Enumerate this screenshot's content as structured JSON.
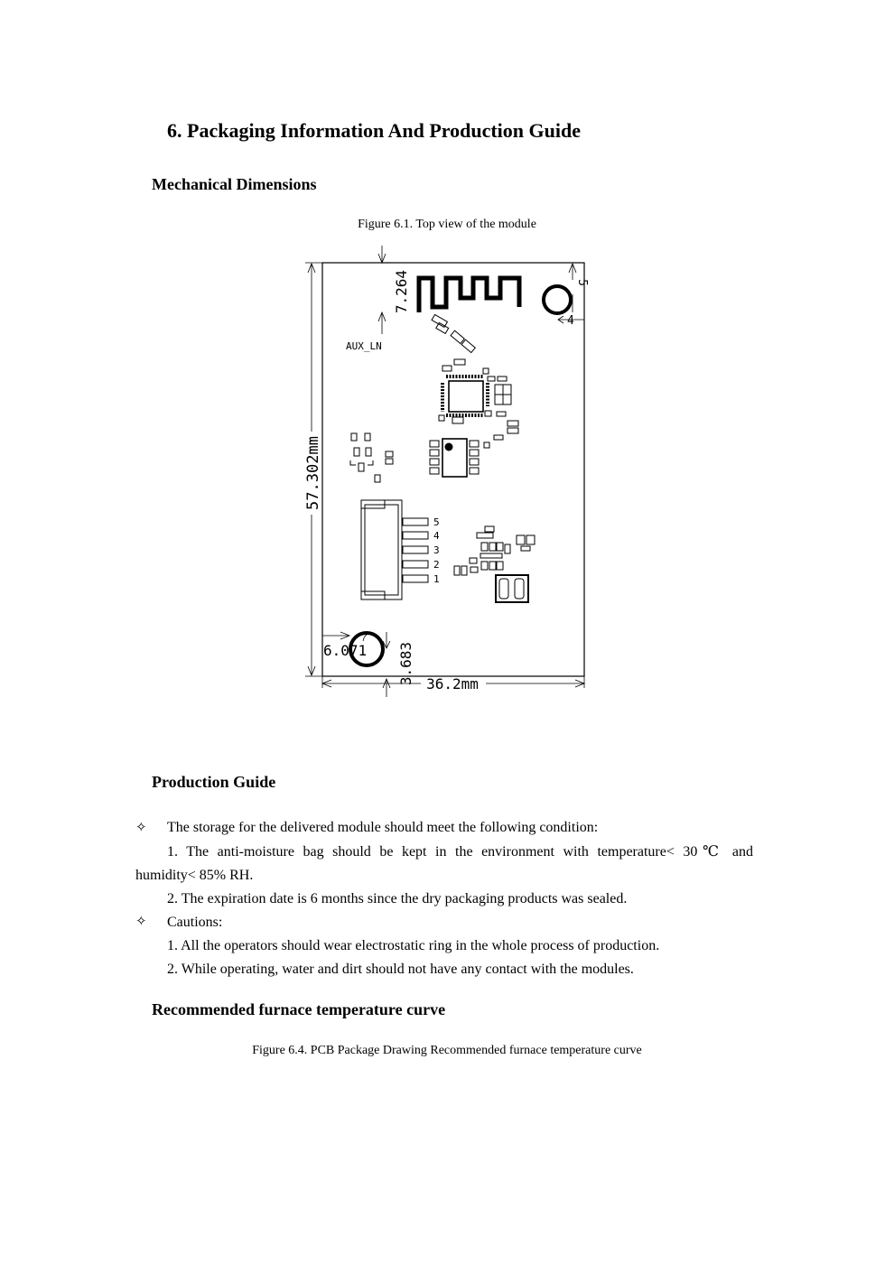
{
  "section_title": "6. Packaging Information And Production Guide",
  "subsection_mechanical": "Mechanical Dimensions",
  "figure_61_caption": "Figure 6.1. Top view of the module",
  "drawing": {
    "dim_top_antenna": "7.264",
    "aux_label": "AUX_LN",
    "dim_height": "57.302mm",
    "dim_width": "36.2mm",
    "dim_hole_x": "6.071",
    "dim_hole_y": "3.683",
    "dim_right_5": "5",
    "dim_right_4": "4",
    "pin_labels": [
      "5",
      "4",
      "3",
      "2",
      "1"
    ]
  },
  "subsection_production": "Production Guide",
  "bullet_symbol": "✧",
  "storage": {
    "intro": "The storage for the delivered module should meet the following condition:",
    "item1_line1": "1. The anti-moisture bag should be kept in the environment with temperature< 30℃ and",
    "item1_line2": "humidity< 85% RH.",
    "item2": "2. The expiration date is 6 months since the dry packaging products was sealed."
  },
  "cautions": {
    "intro": "Cautions:",
    "item1": "1. All the operators should wear electrostatic ring in the whole process of production.",
    "item2": "2. While operating, water and dirt should not have any contact with the modules."
  },
  "subsection_furnace": "Recommended furnace temperature curve",
  "figure_64_caption": "Figure 6.4. PCB Package Drawing Recommended furnace temperature curve"
}
